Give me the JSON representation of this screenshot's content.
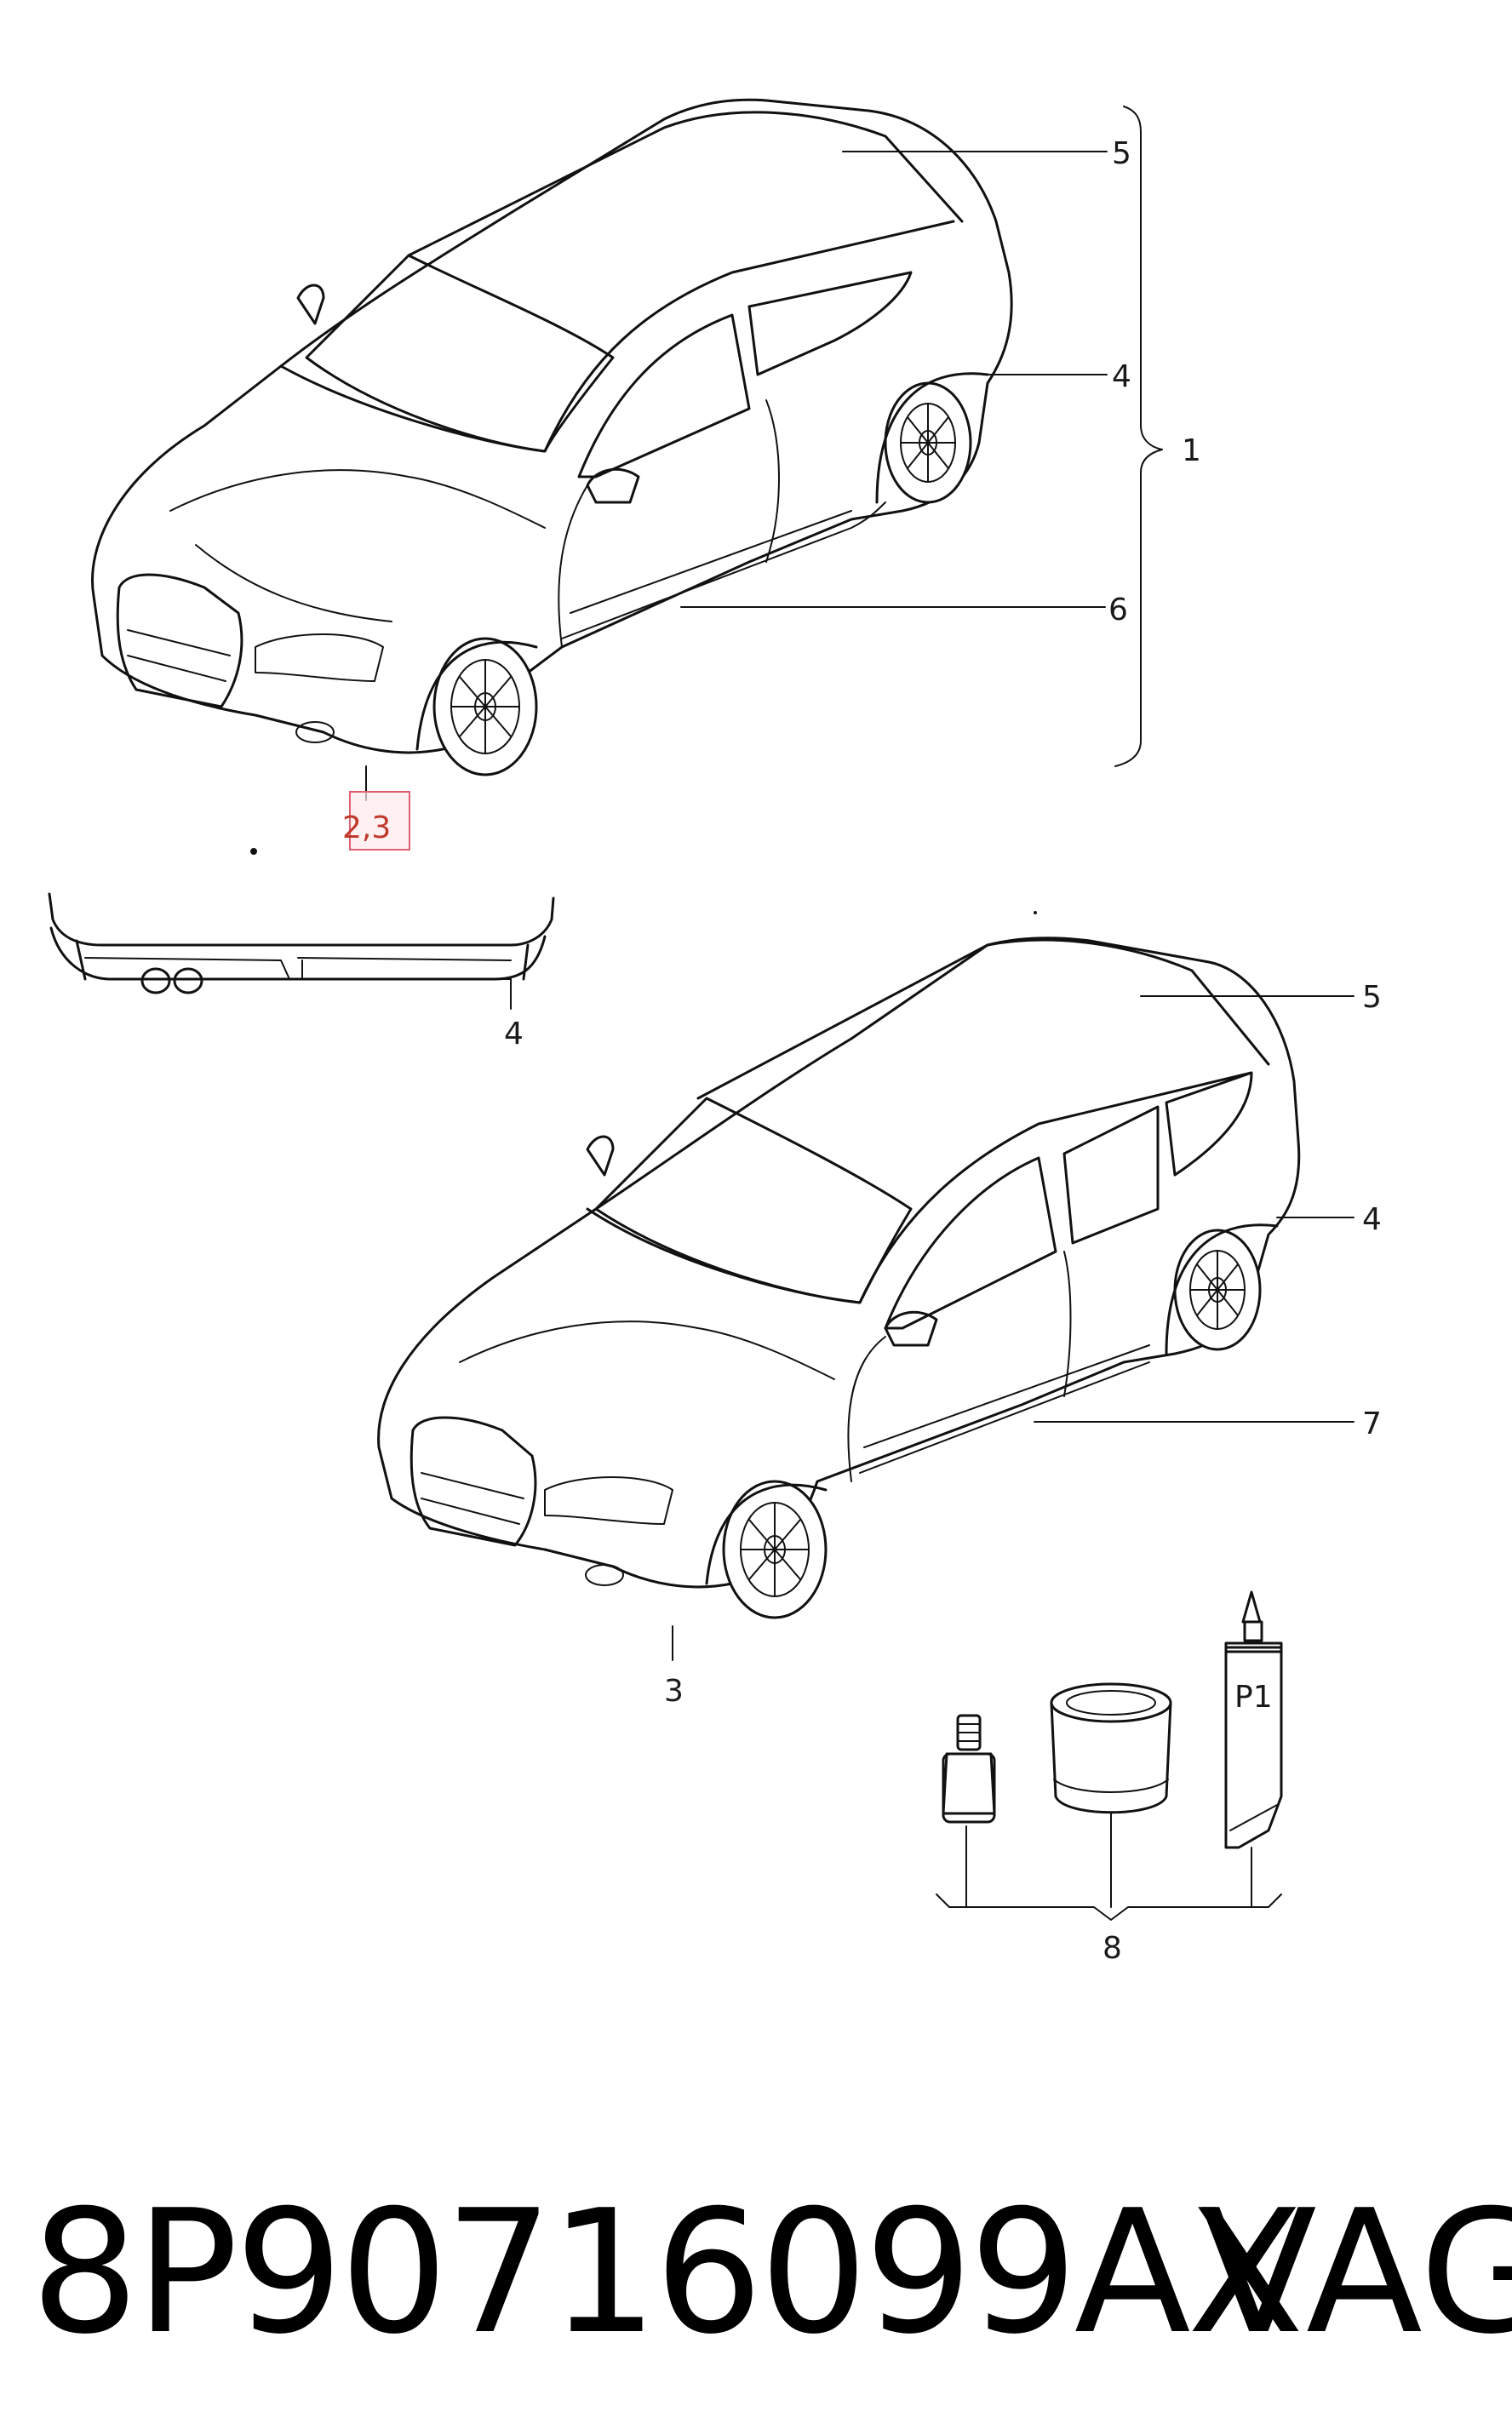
{
  "callouts": {
    "c1": "1",
    "c2_3": "2,3",
    "c3": "3",
    "c4a": "4",
    "c4b": "4",
    "c4c": "4",
    "c5a": "5",
    "c5b": "5",
    "c6": "6",
    "c7": "7",
    "c8": "8",
    "tube_label": "P1"
  },
  "footer": {
    "part_number": "8P90716099AX",
    "brand": "VAG"
  },
  "colors": {
    "line": "#111111",
    "highlight": "#e06070"
  }
}
